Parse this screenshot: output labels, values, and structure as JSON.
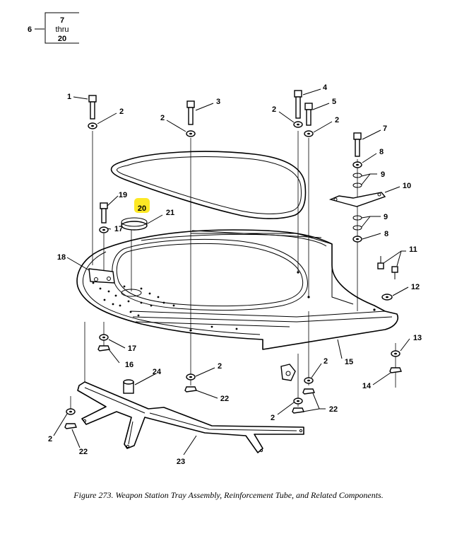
{
  "reference_box": {
    "index": "6",
    "line1": "7",
    "line2": "thru",
    "line3": "20"
  },
  "callouts": {
    "c1": "1",
    "c2a": "2",
    "c2b": "2",
    "c2c": "2",
    "c2d": "2",
    "c2e": "2",
    "c2f": "2",
    "c2g": "2",
    "c2h": "2",
    "c3": "3",
    "c4": "4",
    "c5": "5",
    "c7": "7",
    "c8a": "8",
    "c8b": "8",
    "c9a": "9",
    "c9b": "9",
    "c10": "10",
    "c11": "11",
    "c12": "12",
    "c13": "13",
    "c14": "14",
    "c15": "15",
    "c16": "16",
    "c17a": "17",
    "c17b": "17",
    "c18": "18",
    "c19": "19",
    "c20": "20",
    "c21": "21",
    "c22a": "22",
    "c22b": "22",
    "c22c": "22",
    "c23": "23",
    "c24": "24"
  },
  "highlight": {
    "callout": "20",
    "color": "#fde825"
  },
  "caption": "Figure 273.  Weapon Station Tray Assembly, Reinforcement Tube, and Related Components."
}
